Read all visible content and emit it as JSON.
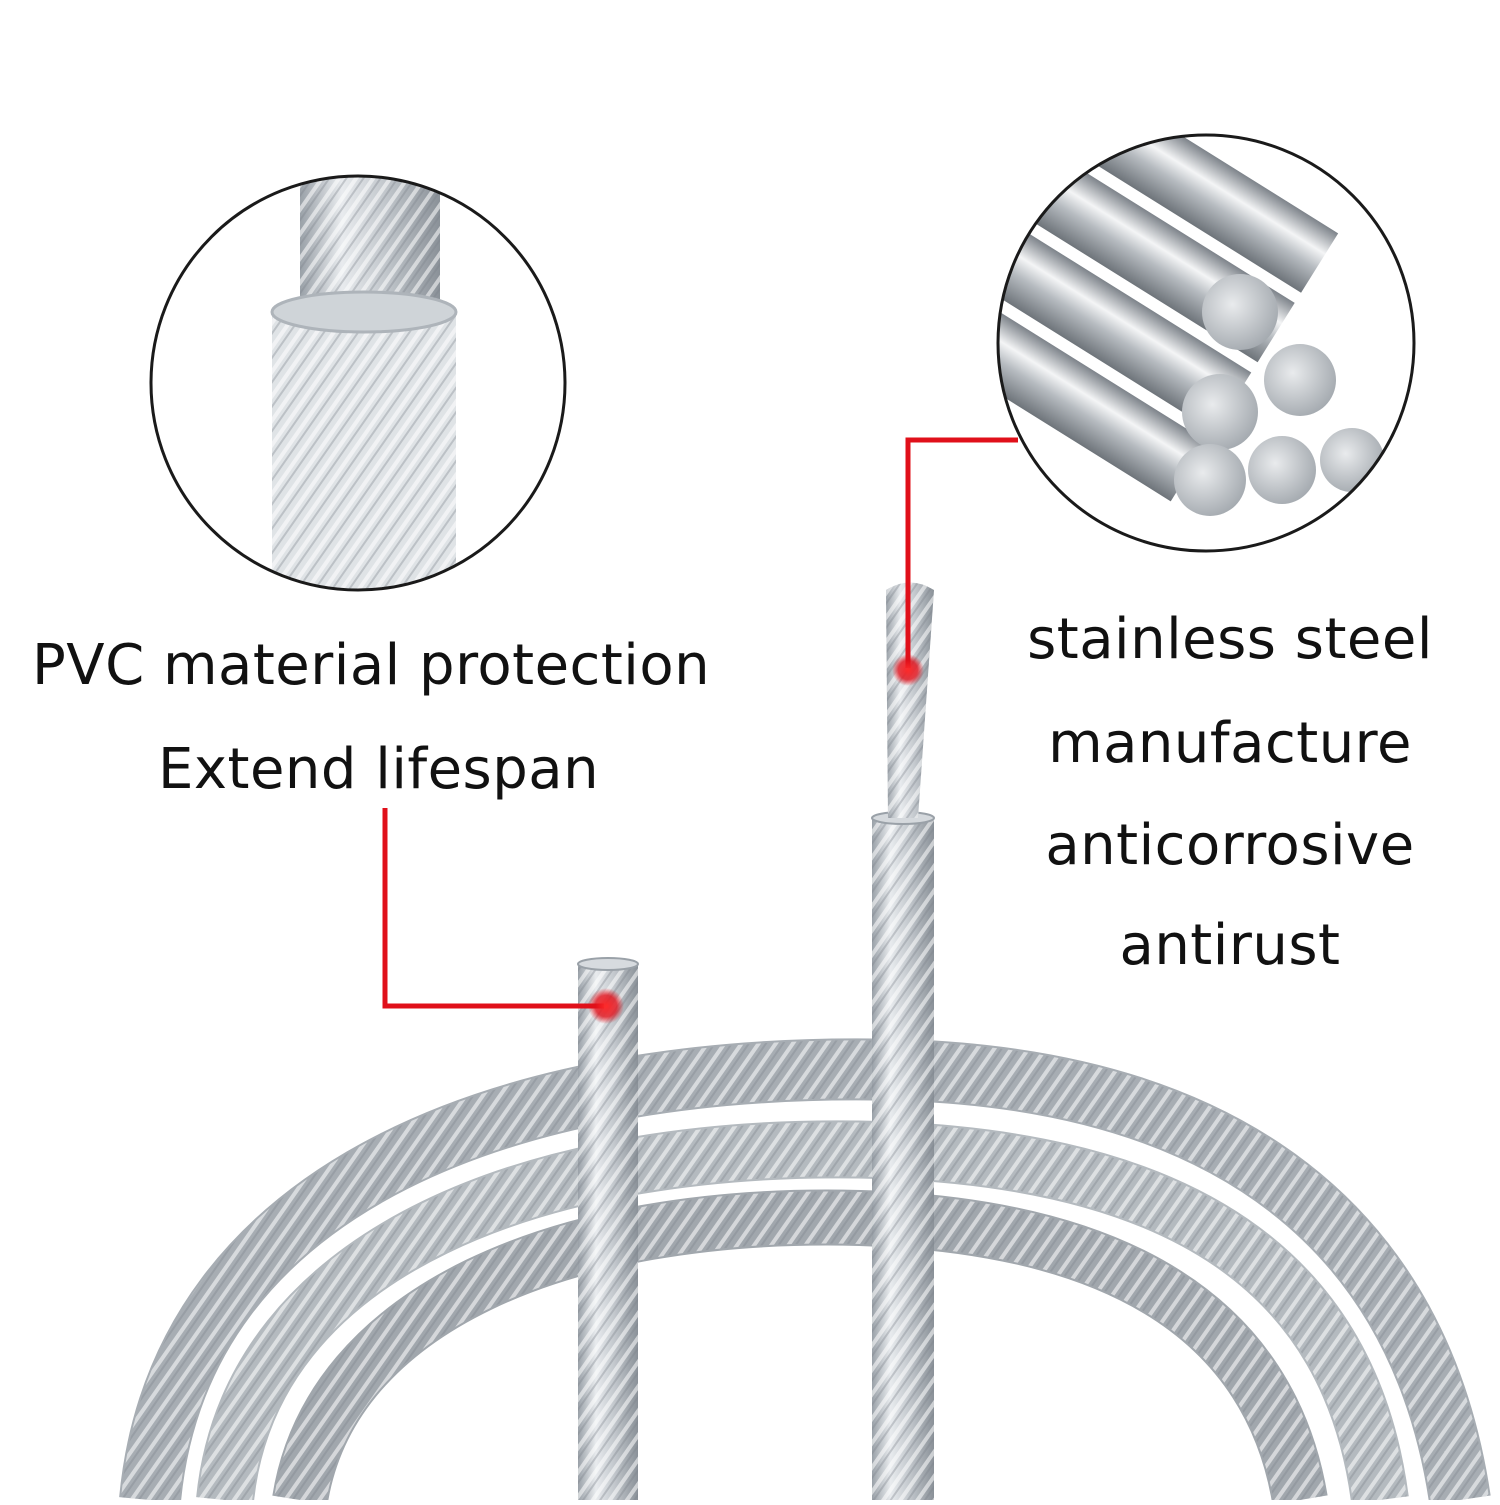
{
  "left_callout": {
    "line1": "PVC material protection",
    "line2": "Extend lifespan"
  },
  "right_callout": {
    "line1": "stainless steel",
    "line2": "manufacture",
    "line3": "anticorrosive",
    "line4": "antirust"
  },
  "colors": {
    "accent_red": "#e0101a",
    "cable_light": "#e4e7ea",
    "cable_mid": "#b9bfc5",
    "cable_dark": "#8d949b",
    "text": "#111111"
  }
}
